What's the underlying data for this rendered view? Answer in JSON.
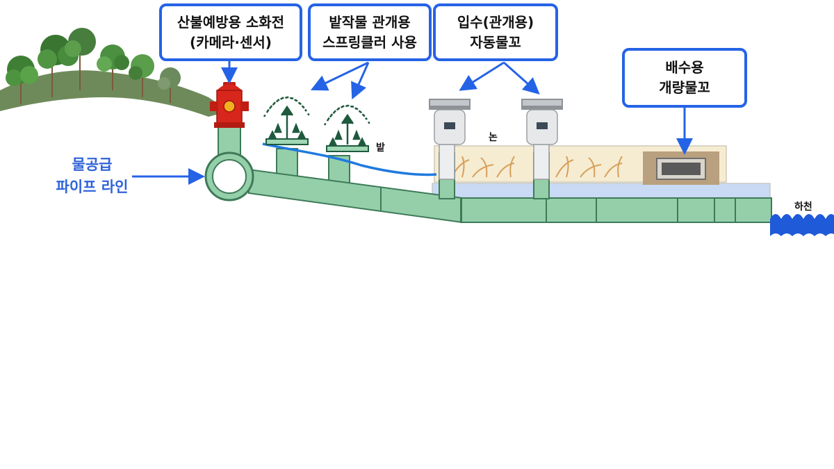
{
  "callouts": {
    "hydrant": {
      "line1": "산불예방용 소화전",
      "line2": "(카메라·센서)"
    },
    "sprinkler": {
      "line1": "밭작물 관개용",
      "line2": "스프링클러 사용"
    },
    "inlet": {
      "line1": "입수(관개용)",
      "line2": "자동물꼬"
    },
    "drain": {
      "line1": "배수용",
      "line2": "개량물꼬"
    }
  },
  "labels": {
    "water_supply_line1": "물공급",
    "water_supply_line2": "파이프 라인",
    "field": "밭",
    "paddy": "논",
    "river": "하천"
  },
  "colors": {
    "accent_blue": "#2563e6",
    "label_blue": "#2f63d8",
    "pipe_green": "#95cfa9",
    "pipe_outline": "#3d7a58",
    "hydrant_red": "#d7261b",
    "river_blue": "#1f5ad9",
    "paddy_fill": "#f6ecd2",
    "water_band": "#c9daf5"
  },
  "icons": [
    "tree-icon",
    "fire-hydrant-icon",
    "sprinkler-icon",
    "auto-water-gate-icon",
    "drain-gate-icon",
    "wheat-icon",
    "river-wave-icon",
    "arrow-icon"
  ]
}
